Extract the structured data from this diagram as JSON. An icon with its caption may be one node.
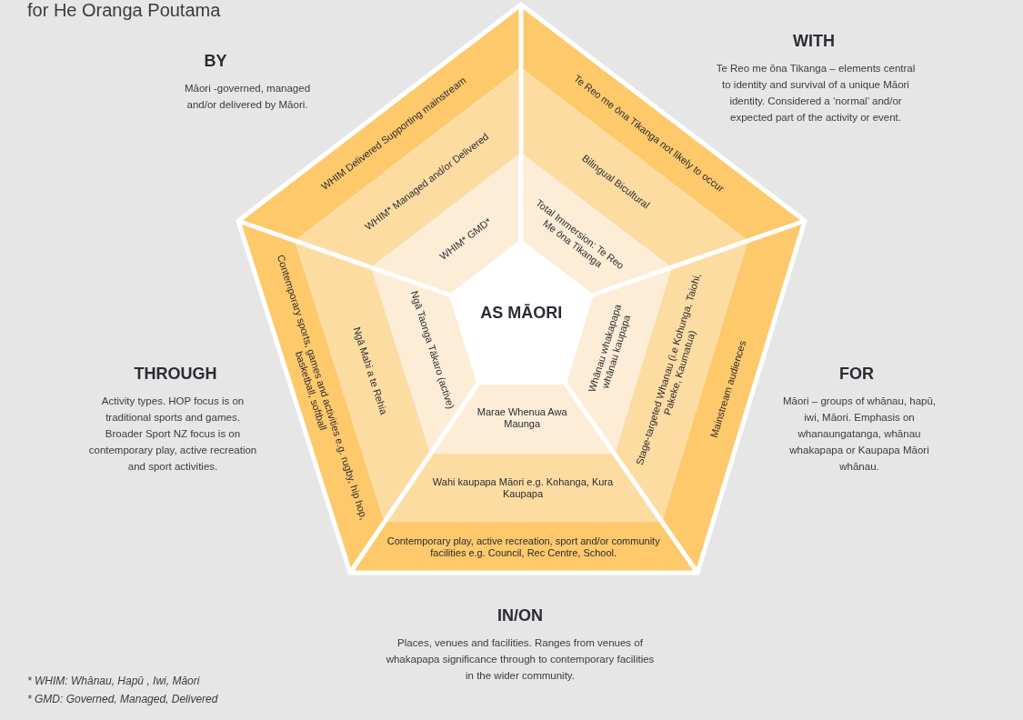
{
  "diagram": {
    "title": "for He Oranga Poutama",
    "nodes": [
      {
        "text": [
          "WHIM Delivered Supporting mainstream"
        ]
      },
      {
        "text": [
          "WHIM* Managed and/or Delivered"
        ]
      },
      {
        "text": [
          "WHIM* GMD*"
        ]
      },
      {
        "text": [
          "Te Reo me ōna Tikanga not likely to occur"
        ]
      },
      {
        "text": [
          "Bilingual Bicultural"
        ]
      },
      {
        "text": [
          "Total Immersion: Te Reo Me ōna Tikanga"
        ]
      },
      {
        "text": [
          "Contemporary sports, games and activities e.g. rugby, hip hop, basketball, softball"
        ]
      },
      {
        "text": [
          "Ngā Mahi a te Rehia"
        ]
      },
      {
        "text": [
          "Ngā Taonga Tākaro (active)"
        ]
      },
      {
        "text": [
          "AS MĀORI"
        ]
      },
      {
        "text": [
          "Mainstream audiences"
        ]
      },
      {
        "text": [
          "Stage-targeted Whanau (i.e Kohunga, Taiohi, Pakeke, Kaumatua)"
        ]
      },
      {
        "text": [
          "Whānau whakapapa whānau kaupapa"
        ]
      },
      {
        "text": [
          "Contemporary play, active recreation, sport and/or community facilities e.g. Council, Rec Centre, School."
        ]
      },
      {
        "text": [
          "Wahi kaupapa Māori e.g. Kohanga, Kura Kaupapa"
        ]
      },
      {
        "text": [
          "Marae Whenua Awa Maunga"
        ]
      }
    ],
    "labels": [
      "BY",
      "Māori -governed, managed and/or delivered by Māori.",
      "WITH",
      "Te Reo me ōna Tikanga – elements central to identity and survival of a unique Māori identity. Considered a ‘normal’ and/or expected part of the activity or event.",
      "THROUGH",
      "Activity types. HOP focus is on traditional sports and games. Broader Sport NZ focus is on contemporary play, active recreation and sport activities.",
      "FOR",
      "Māori – groups of whānau, hapū, iwi, Māori. Emphasis on whanaungatanga, whānau whakapapa or Kaupapa Māori whānau.",
      "IN/ON",
      "Places, venues and facilities. Ranges from venues of whakapapa significance through to contemporary facilities in the wider community.",
      "* WHIM: Whānau, Hapū , Iwi, Māori",
      "* GMD: Governed, Managed, Delivered"
    ]
  }
}
